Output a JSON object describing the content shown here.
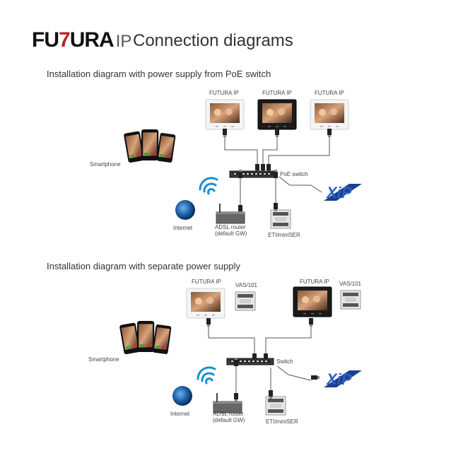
{
  "header": {
    "brand_left": "FU",
    "brand_seven": "7",
    "brand_right": "URA",
    "brand_ip": "IP",
    "title": "Connection diagrams"
  },
  "diagram1": {
    "heading": "Installation diagram with power supply from PoE switch",
    "monitor1": "FUTURA IP",
    "monitor2": "FUTURA IP",
    "monitor3": "FUTURA IP",
    "smartphone": "Smartphone",
    "switch": "PoE switch",
    "internet": "Internet",
    "router_line1": "ADSL router",
    "router_line2": "(default GW)",
    "eti": "ETI/miniSER"
  },
  "diagram2": {
    "heading": "Installation diagram with separate power supply",
    "monitor1": "FUTURA IP",
    "vas1": "VAS/101",
    "monitor2": "FUTURA IP",
    "vas2": "VAS/101",
    "smartphone": "Smartphone",
    "switch": "Switch",
    "internet": "Internet",
    "router_line1": "ADSL router",
    "router_line2": "(default GW)",
    "eti": "ETI/miniSER"
  },
  "colors": {
    "accent": "#b8272c",
    "xip_blue": "#1b3f8f",
    "wifi_blue": "#1b8fd0",
    "cable": "#555555"
  }
}
